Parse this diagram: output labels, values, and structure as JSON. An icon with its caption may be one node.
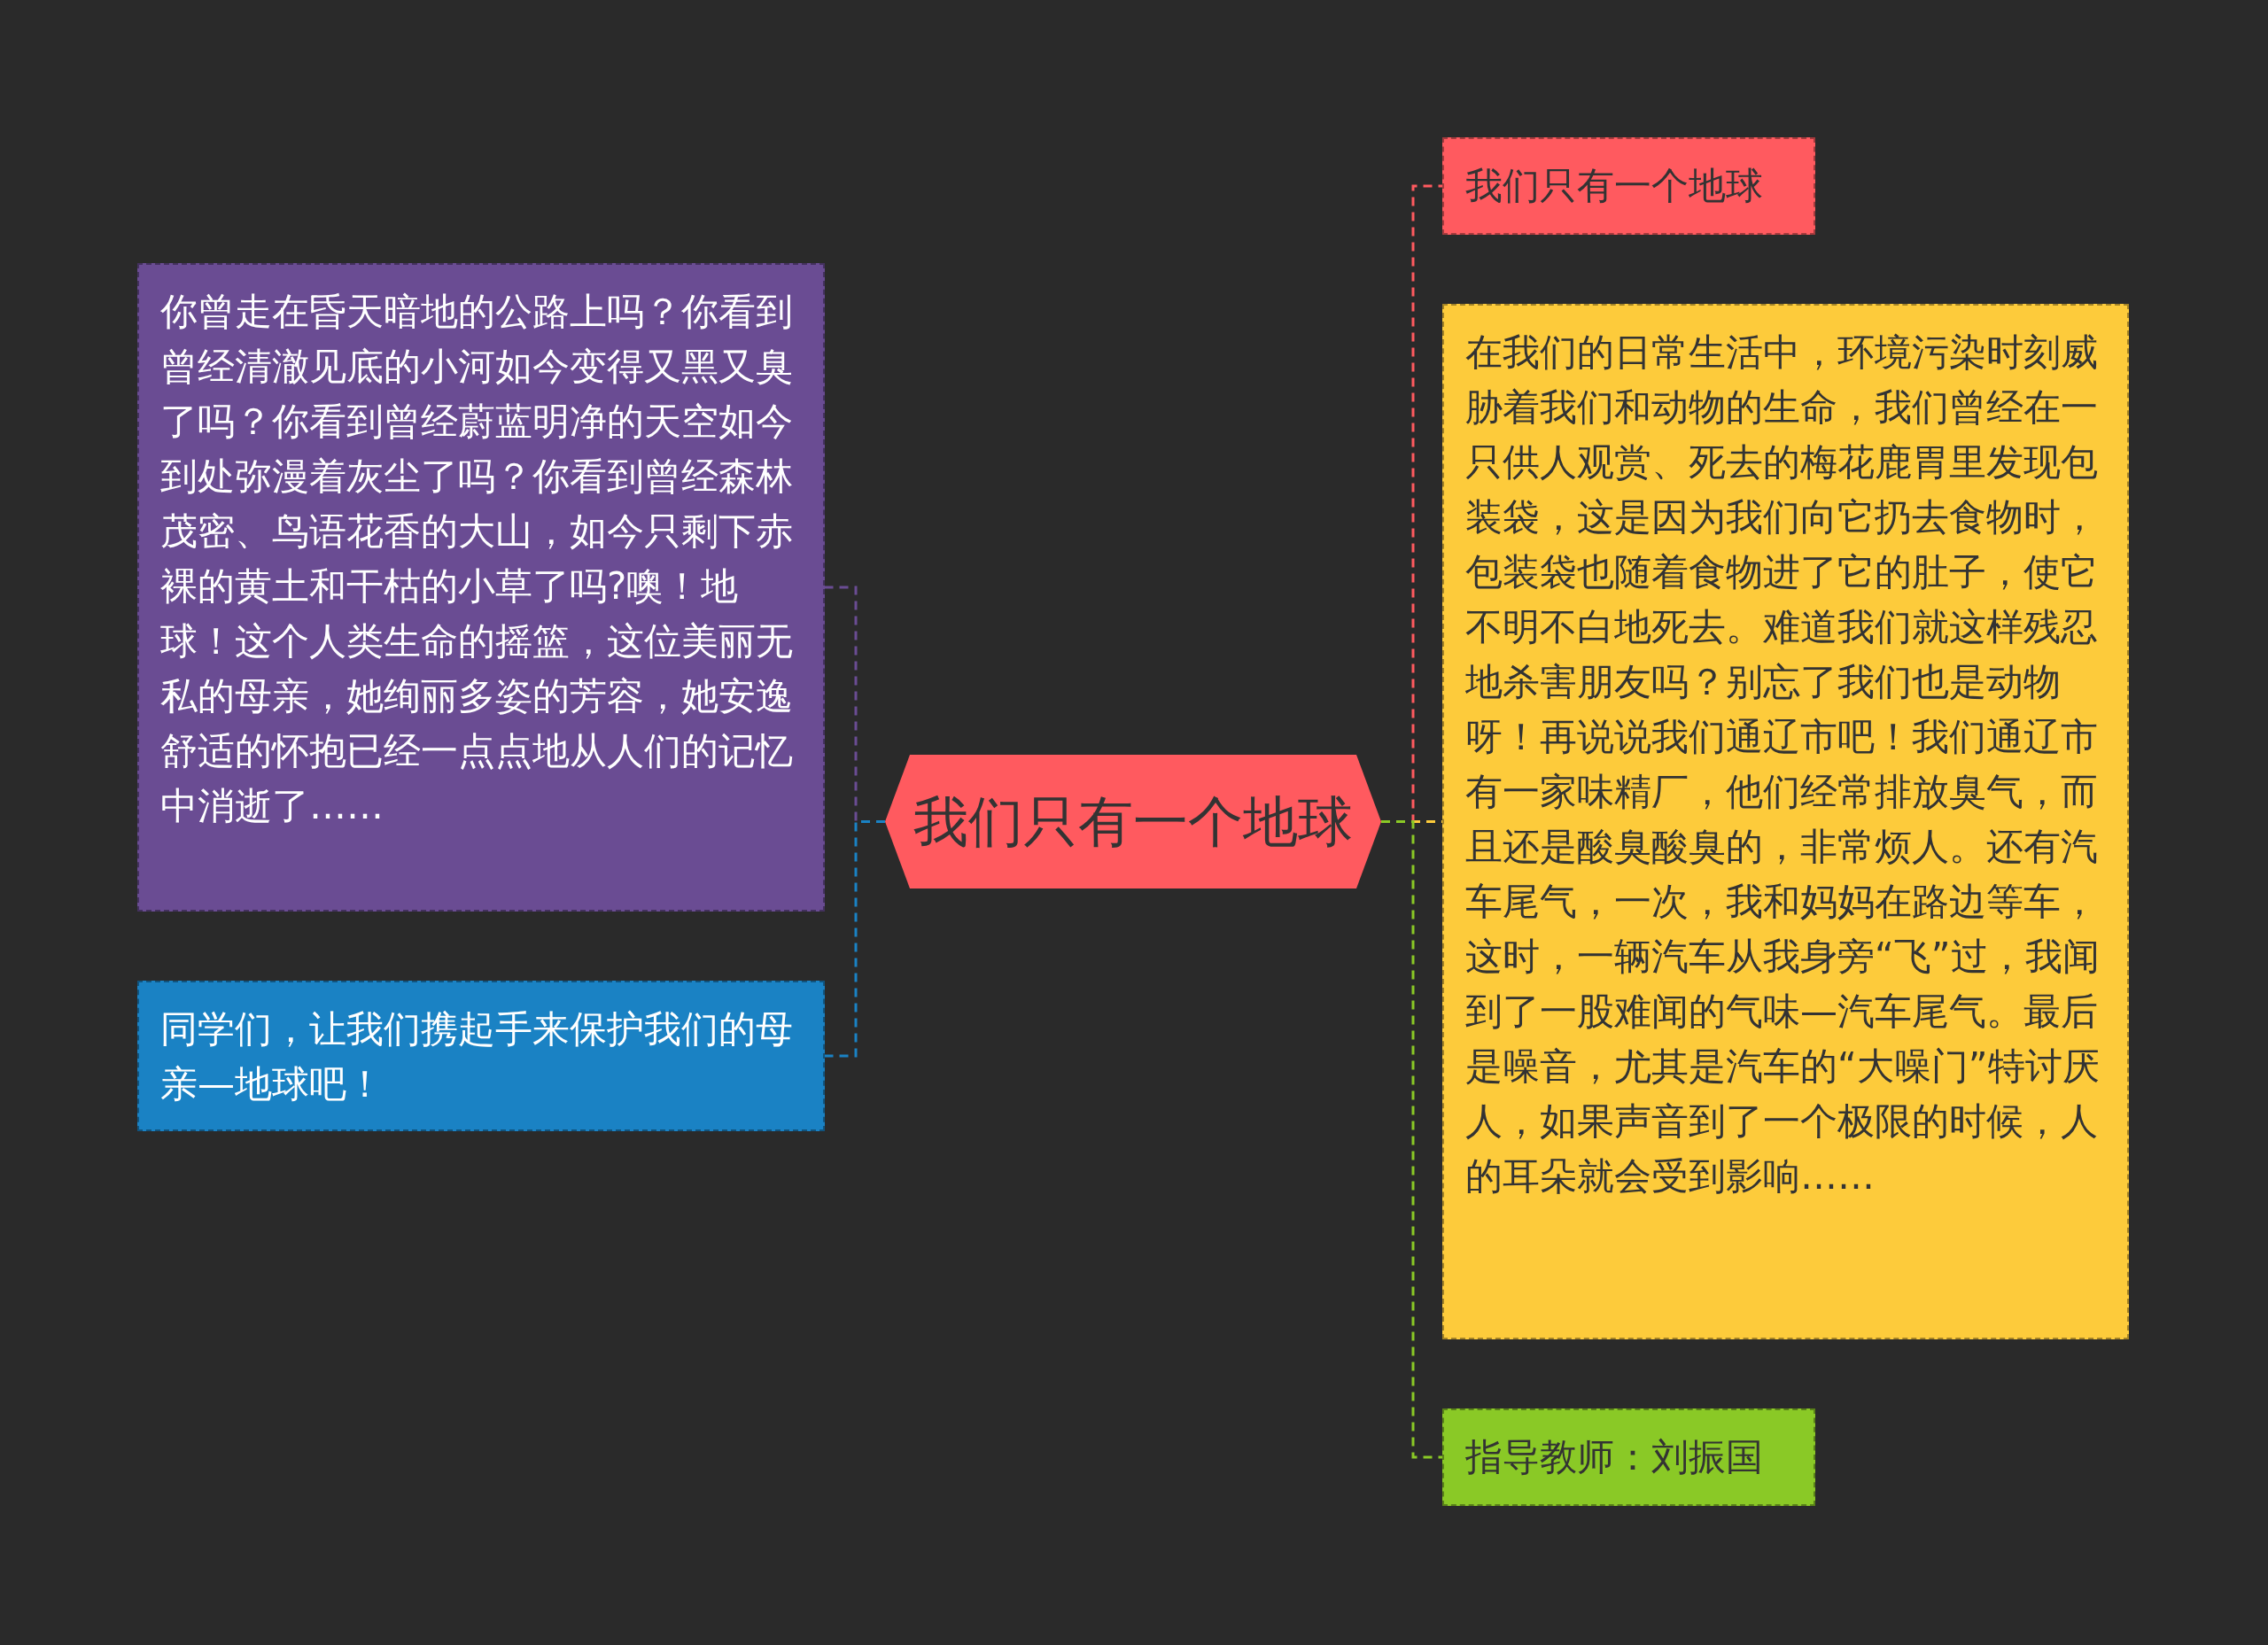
{
  "diagram": {
    "nodes": [
      {
        "text": [
          "我们只有一个地球"
        ]
      },
      {
        "text": [
          "你曾走在昏天暗地的公路上吗？你看到曾经清澈见底的小河如今变得又黑又臭了吗？你看到曾经蔚蓝明净的天空如今到处弥漫着灰尘了吗？你看到曾经森林茂密、鸟语花香的大山，如今只剩下赤裸的黄土和干枯的小草了吗?噢！地球！这个人类生命的摇篮，这位美丽无私的母亲，她绚丽多姿的芳容，她安逸舒适的怀抱已经一点点地从人们的记忆中消逝了……"
        ]
      },
      {
        "text": [
          "同学们，让我们携起手来保护我们的母亲—地球吧！"
        ]
      },
      {
        "text": [
          "我们只有一个地球"
        ]
      },
      {
        "text": [
          "在我们的日常生活中，环境污染时刻威胁着我们和动物的生命，我们曾经在一只供人观赏、死去的梅花鹿胃里发现包装袋，这是因为我们向它扔去食物时，包装袋也随着食物进了它的肚子，使它不明不白地死去。难道我们就这样残忍地杀害朋友吗？别忘了我们也是动物呀！再说说我们通辽市吧！我们通辽市有一家味精厂，他们经常排放臭气，而且还是酸臭酸臭的，非常烦人。还有汽车尾气，一次，我和妈妈在路边等车，这时，一辆汽车从我身旁“飞”过，我闻到了一股难闻的气味—汽车尾气。最后是噪音，尤其是汽车的“大噪门”特讨厌人，如果声音到了一个极限的时候，人的耳朵就会受到影响……"
        ]
      },
      {
        "text": [
          "指导教师：刘振国"
        ]
      }
    ],
    "edges": [
      {
        "from": 0,
        "to": 1,
        "arrow": "none",
        "style": "dashed",
        "color": "#6a4c93"
      },
      {
        "from": 0,
        "to": 2,
        "arrow": "none",
        "style": "dashed",
        "color": "#1a82c4"
      },
      {
        "from": 0,
        "to": 3,
        "arrow": "none",
        "style": "dashed",
        "color": "#ff5a5f"
      },
      {
        "from": 0,
        "to": 4,
        "arrow": "none",
        "style": "dashed",
        "color": "#fdcb3b"
      },
      {
        "from": 0,
        "to": 5,
        "arrow": "none",
        "style": "dashed",
        "color": "#8ac926"
      }
    ]
  }
}
